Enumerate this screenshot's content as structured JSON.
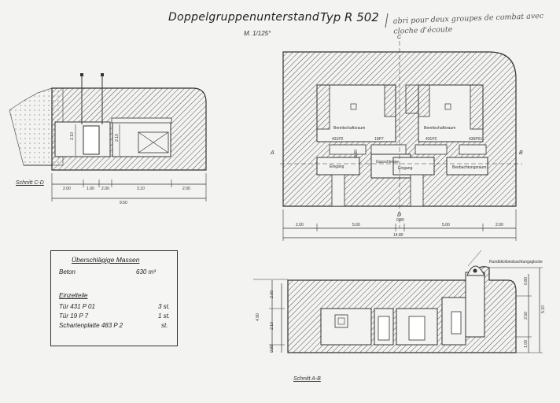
{
  "title": "Doppelgruppenunterstand",
  "type_label": "Typ  R 502",
  "scale": "M. 1/125°",
  "handwritten_note": "abri pour deux groupes de combat avec cloche d'écoute",
  "section_cd": {
    "label": "Schnitt C-D",
    "height_labels": [
      "2.10",
      "2.10"
    ],
    "dims": [
      "2.00",
      "1.00",
      "2.00",
      "3.10",
      "2.00"
    ],
    "total": "9.50"
  },
  "plan": {
    "rooms": [
      "Bereitschaftsraum",
      "Bereitschaftsraum",
      "Eingang",
      "Gasschleuse",
      "Eingang",
      "Beobachtungsraum"
    ],
    "door_labels": [
      "431P2",
      "19P7",
      "431P2",
      "436P01"
    ],
    "markers": [
      "A",
      "B",
      "C",
      "D"
    ],
    "dims": [
      "2.00",
      "5.00",
      "5.00",
      "2.00"
    ],
    "dim_small": [
      "0.80",
      "0.80"
    ],
    "total": "14.80"
  },
  "section_ab": {
    "label": "Schnitt A-B",
    "bell_label": "Rundblickbeobachtungsglocke",
    "left_dims": [
      "2.00",
      "2.10",
      "0.80"
    ],
    "left_total": "4.90",
    "right_dims": [
      "0.80",
      "2.50",
      "1.00"
    ],
    "right_total": "5.10"
  },
  "masses": {
    "heading": "Überschlägige  Massen",
    "beton_label": "Beton",
    "beton_value": "630 m³",
    "parts_heading": "Einzelteile",
    "parts": [
      {
        "name": "Tür  431 P 01",
        "qty": "3 st."
      },
      {
        "name": "Tür   19 P  7",
        "qty": "1 st."
      },
      {
        "name": "Schartenplatte  483 P 2",
        "qty": "st."
      }
    ]
  }
}
